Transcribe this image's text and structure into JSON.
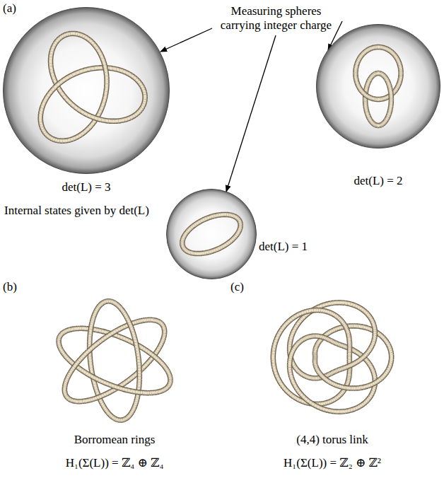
{
  "diagram": {
    "nodes": [
      {
        "text": [
          "det(L) = 3"
        ]
      },
      {
        "text": [
          "det(L) = 1"
        ]
      },
      {
        "text": [
          "det(L) = 2"
        ]
      }
    ],
    "labels": [
      "(a)",
      "Measuring spheres carrying integer charge",
      "Internal states given by det(L)",
      "(b)",
      "(c)",
      "Borromean rings",
      "H₁(Σ(L)) = ℤ₄ ⊕ ℤ₄",
      "(4,4) torus link",
      "H₁(Σ(L)) = ℤ₂ ⊕ ℤ²"
    ]
  }
}
